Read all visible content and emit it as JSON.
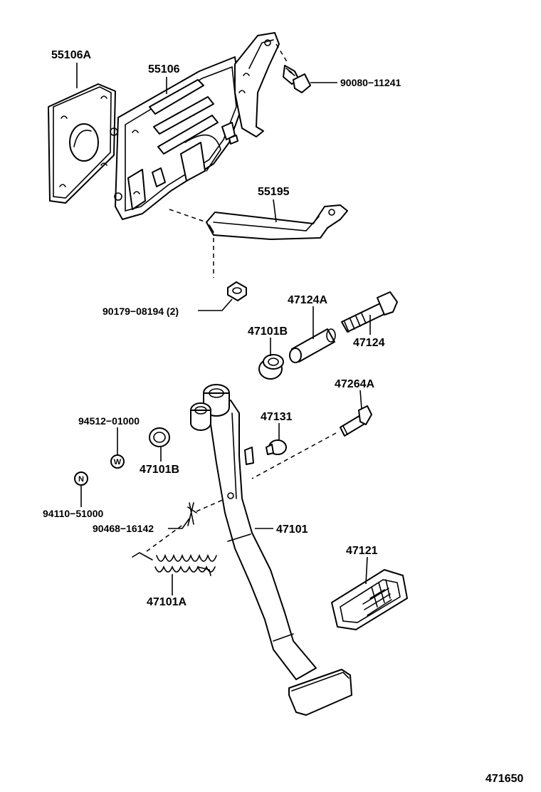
{
  "labels": {
    "p55106A": "55106A",
    "p55106": "55106",
    "p90080": "90080−11241",
    "p55195": "55195",
    "p90179": "90179−08194 (2)",
    "p47124A": "47124A",
    "p47101B_top": "47101B",
    "p47124": "47124",
    "p47264A": "47264A",
    "p94512": "94512−01000",
    "p47131": "47131",
    "p47101B_left": "47101B",
    "p94110": "94110−51000",
    "p90468": "90468−16142",
    "p47101": "47101",
    "p47121": "47121",
    "p47101A": "47101A",
    "drawing_no": "471650"
  },
  "markers": {
    "w": "W",
    "n": "N"
  }
}
